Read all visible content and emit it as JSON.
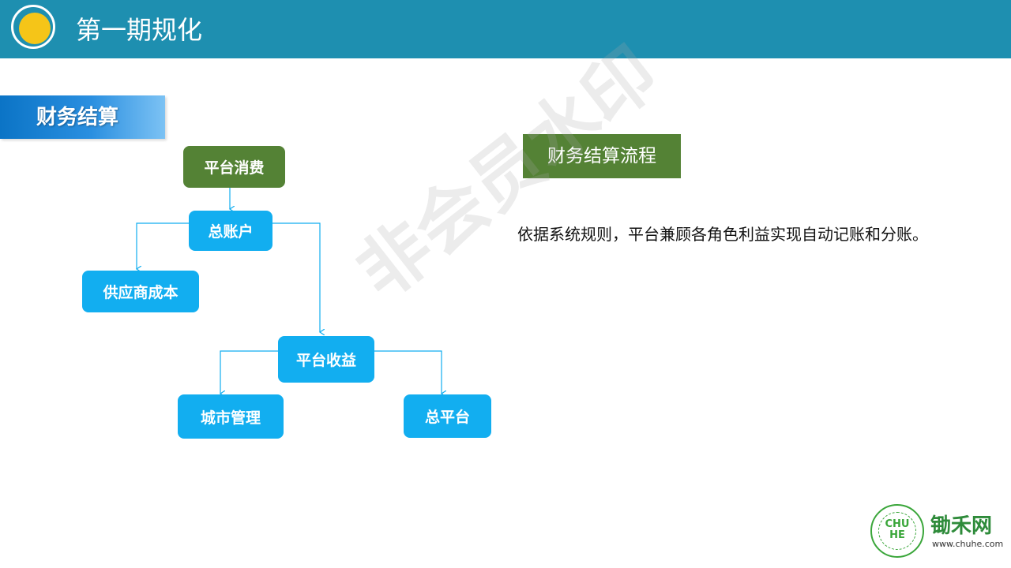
{
  "header": {
    "title": "第一期规化"
  },
  "section": {
    "label": "财务结算"
  },
  "flow_title": "财务结算流程",
  "description": "依据系统规则，平台兼顾各角色利益实现自动记账和分账。",
  "nodes": {
    "platform_consumption": "平台消费",
    "main_account": "总账户",
    "supplier_cost": "供应商成本",
    "platform_revenue": "平台收益",
    "city_management": "城市管理",
    "main_platform": "总平台"
  },
  "watermark": "非会员水印",
  "brand": {
    "badge_text": "CHU HE",
    "name": "锄禾网",
    "url": "www.chuhe.com"
  },
  "colors": {
    "header": "#1e8fb0",
    "green_node": "#548235",
    "blue_node": "#12aef0",
    "sun": "#f5c518"
  }
}
